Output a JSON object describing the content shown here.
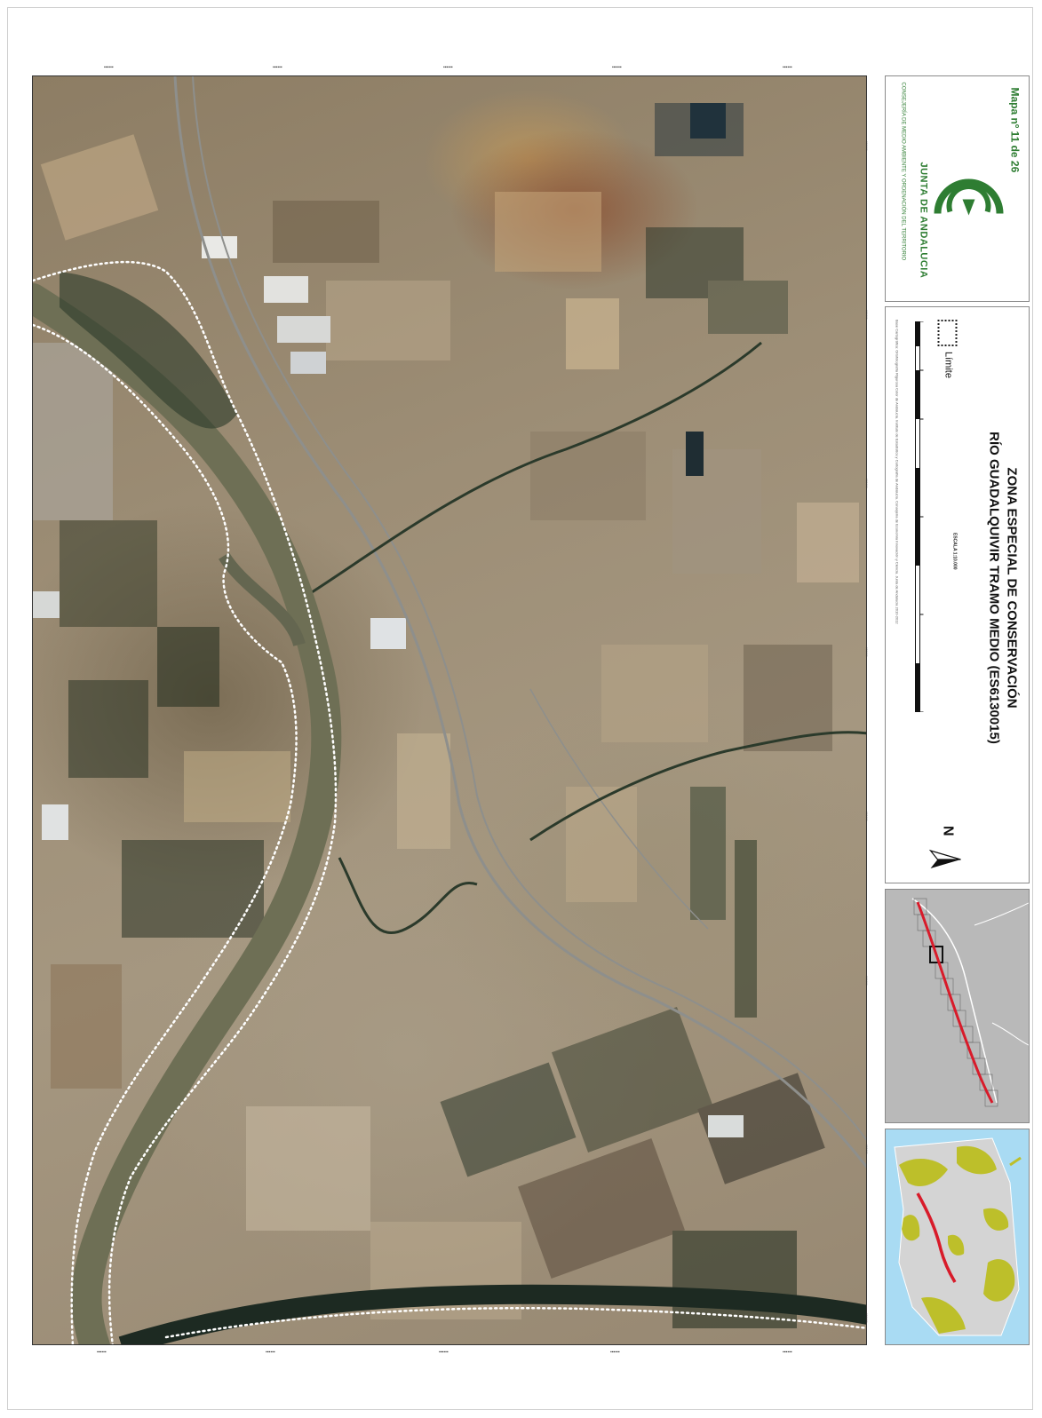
{
  "map": {
    "sheet": "Mapa nº 11 de 26",
    "title_line1": "ZONA ESPECIAL DE CONSERVACIÓN",
    "title_line2": "RÍO GUADALQUIVIR  TRAMO MEDIO (ES6130015)",
    "north_label": "N",
    "legend_label": "Límite",
    "scale_label": "ESCALA 1:10.000",
    "org_name": "JUNTA DE ANDALUCIA",
    "org_department": "CONSEJERÍA DE MEDIO AMBIENTE Y ORDENACIÓN DEL TERRITORIO",
    "credits": "Base Cartográfica: Ortofotografía Rigurosa Color de Andalucía. Instituto de Estadística y Cartografía de Andalucía. Consejería de Economía Innovación y Ciencia. Junta de Andalucía 2010-2012"
  },
  "colors": {
    "org_green": "#2e7d32",
    "river": "#6e6f55",
    "boundary": "#ffffff",
    "index_route": "#d81b2a",
    "region_land": "#bdbf2a",
    "sea": "#a9dbf3"
  }
}
